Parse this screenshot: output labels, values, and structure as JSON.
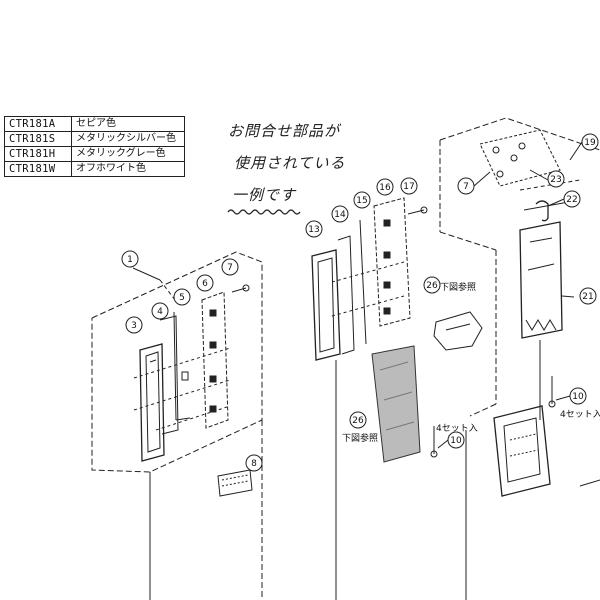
{
  "color_table": {
    "rows": [
      {
        "code": "CTR181A",
        "name": "セピア色"
      },
      {
        "code": "CTR181S",
        "name": "メタリックシルバー色"
      },
      {
        "code": "CTR181H",
        "name": "メタリックグレー色"
      },
      {
        "code": "CTR181W",
        "name": "オフホワイト色"
      }
    ]
  },
  "handwritten_note": {
    "lines": [
      "お問合せ部品が",
      "使用されている",
      "一例です"
    ]
  },
  "callouts": [
    "1",
    "3",
    "4",
    "5",
    "6",
    "7",
    "8",
    "7",
    "10",
    "10",
    "13",
    "14",
    "15",
    "16",
    "17",
    "19",
    "21",
    "22",
    "23",
    "26",
    "26"
  ],
  "labels": {
    "see_below_1": "下図参照",
    "see_below_2": "下図参照",
    "set_4_a": "4セット入",
    "set_4_b": "4セット入"
  }
}
